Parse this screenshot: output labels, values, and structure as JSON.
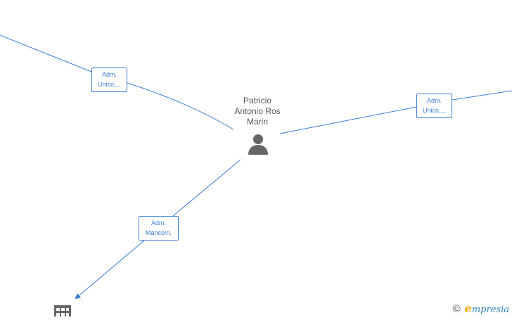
{
  "center_node": {
    "name_lines": [
      "Patricio",
      "Antonio Ros",
      "Marin"
    ],
    "icon": "person-icon"
  },
  "edges": [
    {
      "label_lines": [
        "Adm.",
        "Unico,..."
      ]
    },
    {
      "label_lines": [
        "Adm.",
        "Unico,..."
      ]
    },
    {
      "label_lines": [
        "Adm.",
        "Mancom."
      ]
    }
  ],
  "target_node": {
    "icon": "building-icon"
  },
  "watermark": {
    "symbol": "©",
    "brand_initial": "e",
    "brand_rest": "mpresia",
    "icon": "copyright-icon"
  },
  "colors": {
    "edge": "#3a7bd5",
    "node_text": "#555555",
    "icon": "#666666",
    "brand": "#2f7fbf",
    "brand_accent": "#f0a500"
  }
}
